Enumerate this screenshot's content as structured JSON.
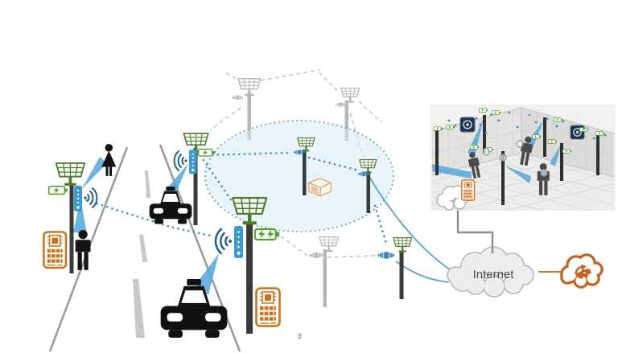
{
  "page": {
    "number": "3"
  },
  "clouds": {
    "internet_label": "Internet",
    "internet_cloud": "internet-cloud",
    "remote_cloud": "cloud-sync-icon"
  },
  "colors": {
    "solar_green": "#4e7d2d",
    "battery_green": "#53a02c",
    "sensor_blue": "#2e86c1",
    "wifi_dark_blue": "#1f618d",
    "beam_blue": "#58a8d9",
    "mesh_dot_blue": "#3b8ec9",
    "coverage_fill": "#d7e9f5",
    "coverage_border": "#6b9ec4",
    "pole_dark": "#3a3a3a",
    "faded_gray": "#b7b7b7",
    "road_gray": "#9b9b9b",
    "board_orange": "#c8731f",
    "internet_cloud_fill": "#ededed",
    "internet_cloud_stroke": "#b3b3b3",
    "orange_cloud": "#c2641f",
    "gateway_tan": "#d9a977"
  },
  "scene": {
    "outdoor": {
      "smart_poles": [
        {
          "id": "smart-pole-left",
          "parts": [
            "solar-panel",
            "battery",
            "wifi-sensor",
            "processor-board"
          ]
        },
        {
          "id": "smart-pole-median",
          "parts": [
            "solar-panel",
            "battery",
            "wifi-sensor"
          ]
        },
        {
          "id": "smart-pole-roadside",
          "parts": [
            "solar-panel",
            "battery",
            "wifi-sensor",
            "processor-board"
          ]
        },
        {
          "id": "mesh-pole-center",
          "parts": [
            "solar-panel",
            "antenna-node"
          ]
        },
        {
          "id": "mesh-pole-east",
          "parts": [
            "solar-panel",
            "antenna-node"
          ]
        },
        {
          "id": "mesh-pole-south",
          "parts": [
            "solar-panel",
            "antenna-node"
          ]
        }
      ],
      "faded_poles": 3,
      "actors": [
        "pedestrian-woman",
        "pedestrian-man",
        "taxi-near",
        "taxi-far"
      ],
      "gateway": "gateway-box",
      "coverage_area": "wireless-coverage-ellipse"
    },
    "indoor_inset": {
      "people": 3,
      "wall_targets": 2,
      "poles": 6,
      "edge_processor": "chip-in-cloud"
    }
  }
}
